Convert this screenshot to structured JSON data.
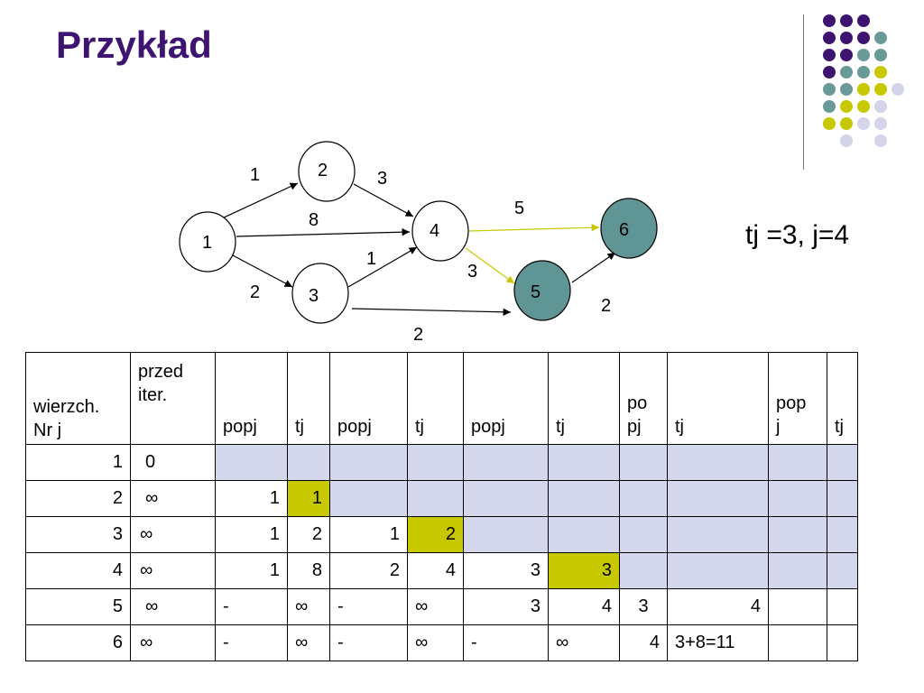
{
  "slide": {
    "title": "Przykład",
    "caption": "tj =3, j=4"
  },
  "colors": {
    "title": "#3d1470",
    "purple_dark": "#3d1470",
    "teal": "#6a9a98",
    "yellow_green": "#c8c800",
    "lavender": "#d4d4ea",
    "node_teal": "#5f9595",
    "table_shade": "#d4d6ec",
    "table_highlight": "#c8c800"
  },
  "graph": {
    "nodes": [
      {
        "id": "1",
        "label": "1",
        "fill": "white"
      },
      {
        "id": "2",
        "label": "2",
        "fill": "white"
      },
      {
        "id": "3",
        "label": "3",
        "fill": "white"
      },
      {
        "id": "4",
        "label": "4",
        "fill": "white"
      },
      {
        "id": "5",
        "label": "5",
        "fill": "teal"
      },
      {
        "id": "6",
        "label": "6",
        "fill": "teal"
      }
    ],
    "edges": [
      {
        "from": "1",
        "to": "2",
        "weight": "1",
        "color": "black"
      },
      {
        "from": "1",
        "to": "4",
        "weight": "8",
        "color": "black"
      },
      {
        "from": "1",
        "to": "3",
        "weight": "2",
        "color": "black"
      },
      {
        "from": "2",
        "to": "4",
        "weight": "3",
        "color": "black"
      },
      {
        "from": "3",
        "to": "4",
        "weight": "1",
        "color": "black"
      },
      {
        "from": "3",
        "to": "5",
        "weight": "2",
        "color": "black"
      },
      {
        "from": "4",
        "to": "6",
        "weight": "5",
        "color": "yellow"
      },
      {
        "from": "4",
        "to": "5",
        "weight": "3",
        "color": "yellow"
      },
      {
        "from": "5",
        "to": "6",
        "weight": "2",
        "color": "black"
      }
    ]
  },
  "table": {
    "headers": [
      "wierzch. Nr j",
      "przed iter.",
      "popj",
      "tj",
      "popj",
      "tj",
      "popj",
      "tj",
      "po pj",
      "tj",
      "pop j",
      "tj"
    ],
    "rows": [
      [
        "1",
        "0",
        "",
        "",
        "",
        "",
        "",
        "",
        "",
        "",
        "",
        ""
      ],
      [
        "2",
        "∞",
        "1",
        "1",
        "",
        "",
        "",
        "",
        "",
        "",
        "",
        ""
      ],
      [
        "3",
        "∞",
        "1",
        "2",
        "1",
        "2",
        "",
        "",
        "",
        "",
        "",
        ""
      ],
      [
        "4",
        "∞",
        "1",
        "8",
        "2",
        "4",
        "3",
        "3",
        "",
        "",
        "",
        ""
      ],
      [
        "5",
        "∞",
        "-",
        "∞",
        "-",
        "∞",
        "3",
        "4",
        "3",
        "4",
        "",
        ""
      ],
      [
        "6",
        "∞",
        "-",
        "∞",
        "-",
        "∞",
        "-",
        "∞",
        "4",
        "3+8=11",
        "",
        ""
      ]
    ]
  }
}
